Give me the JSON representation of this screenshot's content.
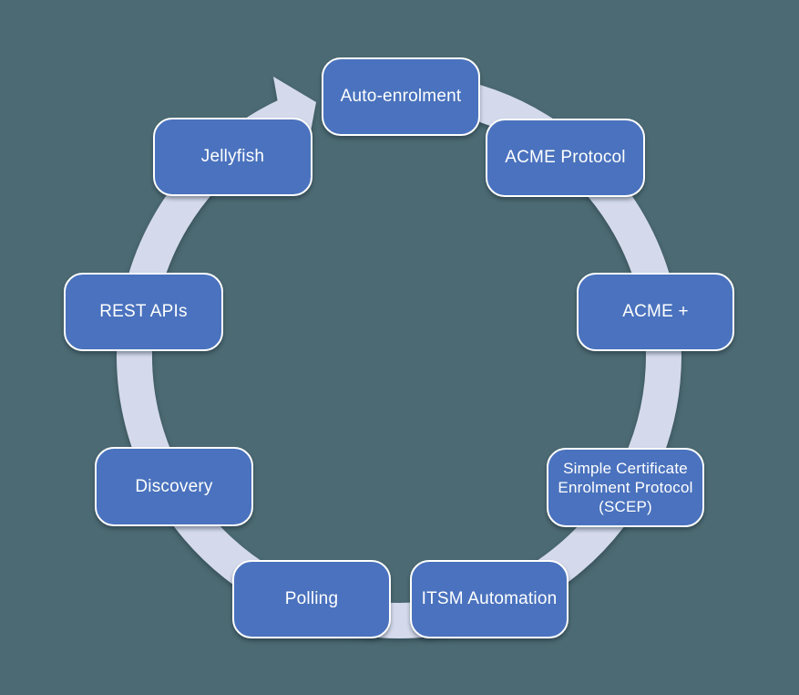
{
  "diagram": {
    "type": "cycle",
    "direction": "clockwise",
    "nodes": [
      {
        "label": "Auto-enrolment"
      },
      {
        "label": "ACME Protocol"
      },
      {
        "label": "ACME +"
      },
      {
        "label": "Simple Certificate Enrolment Protocol (SCEP)"
      },
      {
        "label": "ITSM Automation"
      },
      {
        "label": "Polling"
      },
      {
        "label": "Discovery"
      },
      {
        "label": "REST APIs"
      },
      {
        "label": "Jellyfish"
      }
    ],
    "colors": {
      "background": "#4C6A73",
      "node_fill": "#4A72BE",
      "node_border": "#FFFFFF",
      "node_text": "#FFFFFF",
      "ring": "#D4DAEC"
    }
  }
}
